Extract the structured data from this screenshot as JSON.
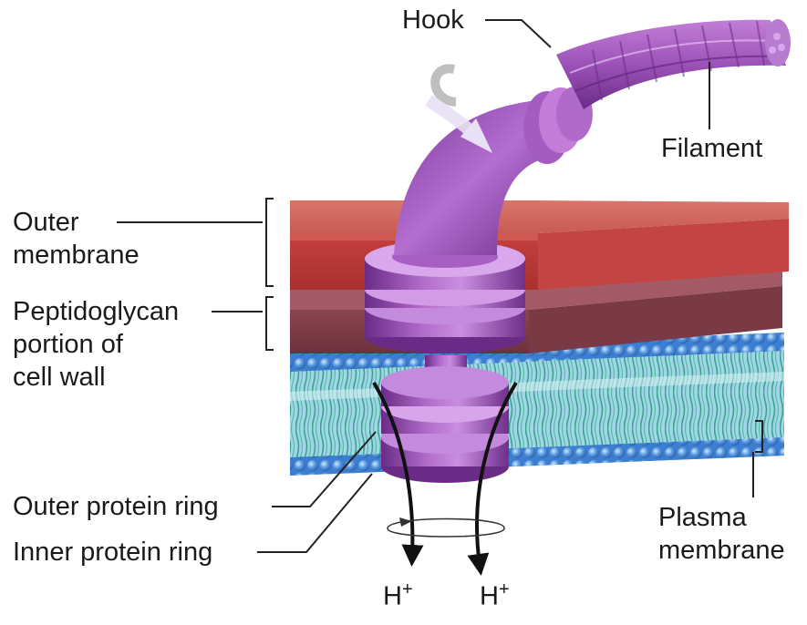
{
  "labels": {
    "hook": "Hook",
    "filament": "Filament",
    "outer_membrane": [
      "Outer",
      "membrane"
    ],
    "peptidoglycan": [
      "Peptidoglycan",
      "portion of",
      "cell wall"
    ],
    "outer_protein_ring": "Outer protein ring",
    "inner_protein_ring": "Inner protein ring",
    "plasma_membrane": [
      "Plasma",
      "membrane"
    ],
    "proton_base": "H",
    "proton_charge": "+"
  },
  "colors": {
    "motor_purple": "#9b4fb5",
    "motor_highlight": "#d39be6",
    "outer_membrane": "#c9504f",
    "peptidoglycan": "#7e3a44",
    "plasma_membrane": "#4b8fd6",
    "lipid_tails": "#6fc3b8",
    "arrow_light": "#e8e0f4",
    "leader_lines": "#222222"
  }
}
